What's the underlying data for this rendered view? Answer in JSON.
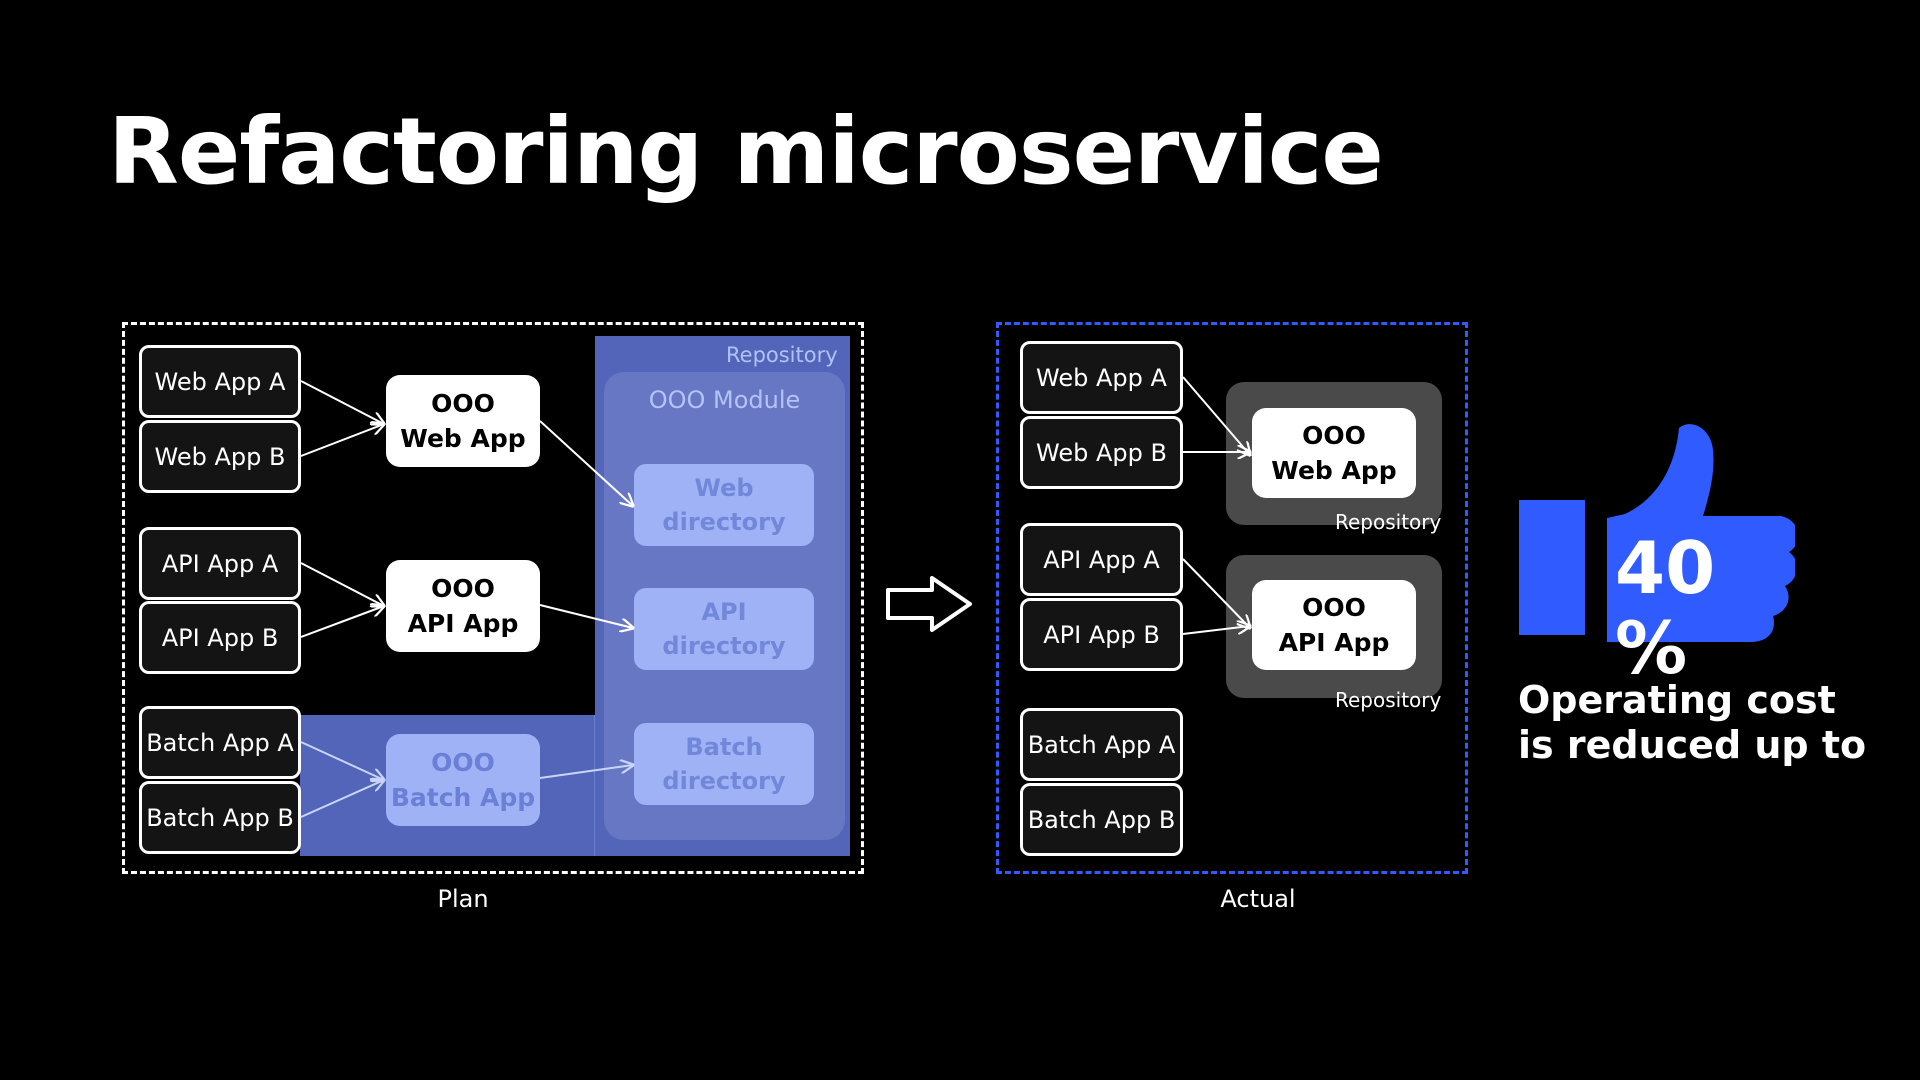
{
  "title": "Refactoring microservice",
  "plan": {
    "caption": "Plan",
    "repository_label": "Repository",
    "module_label": "OOO Module",
    "apps": [
      "Web App A",
      "Web App B",
      "API App A",
      "API App B",
      "Batch App A",
      "Batch App B"
    ],
    "hubs": [
      {
        "line1": "OOO",
        "line2": "Web App"
      },
      {
        "line1": "OOO",
        "line2": "API App"
      },
      {
        "line1": "OOO",
        "line2": "Batch App"
      }
    ],
    "directories": [
      {
        "line1": "Web",
        "line2": "directory"
      },
      {
        "line1": "API",
        "line2": "directory"
      },
      {
        "line1": "Batch",
        "line2": "directory"
      }
    ]
  },
  "actual": {
    "caption": "Actual",
    "apps": [
      "Web App A",
      "Web App B",
      "API App A",
      "API App B",
      "Batch App A",
      "Batch App B"
    ],
    "hubs": [
      {
        "line1": "OOO",
        "line2": "Web App",
        "repository_label": "Repository"
      },
      {
        "line1": "OOO",
        "line2": "API App",
        "repository_label": "Repository"
      }
    ]
  },
  "stat": {
    "value": "40",
    "unit": "%",
    "caption": "Operating cost is reduced up to",
    "icon": "thumbs-up-icon",
    "color": "#2f5bff"
  },
  "colors": {
    "background": "#000000",
    "repository": "#5265b8",
    "module": "#6777c4",
    "directory": "#9fb2f5",
    "accent": "#2f5bff"
  }
}
